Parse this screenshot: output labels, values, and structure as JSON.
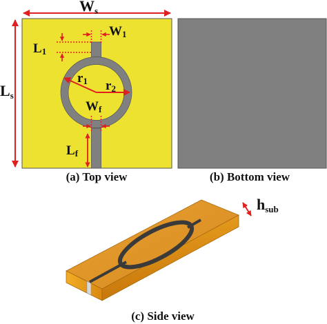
{
  "colors": {
    "patch_yellow": "#ede230",
    "feed_gray": "#808080",
    "ground_gray": "#808080",
    "dimension_red": "#e02020",
    "substrate_orange": "#f0a020"
  },
  "labels": {
    "Ws": {
      "main": "W",
      "sub": "s"
    },
    "W1": {
      "main": "W",
      "sub": "1"
    },
    "L1": {
      "main": "L",
      "sub": "1"
    },
    "r1": {
      "main": "r",
      "sub": "1"
    },
    "r2": {
      "main": "r",
      "sub": "2"
    },
    "Wf": {
      "main": "W",
      "sub": "f"
    },
    "Ls": {
      "main": "L",
      "sub": "s"
    },
    "Lf": {
      "main": "L",
      "sub": "f"
    },
    "hsub": {
      "main": "h",
      "sub": "sub"
    }
  },
  "captions": {
    "top_view": "(a) Top view",
    "bottom_view": "(b) Bottom view",
    "side_view": "(c) Side view"
  }
}
